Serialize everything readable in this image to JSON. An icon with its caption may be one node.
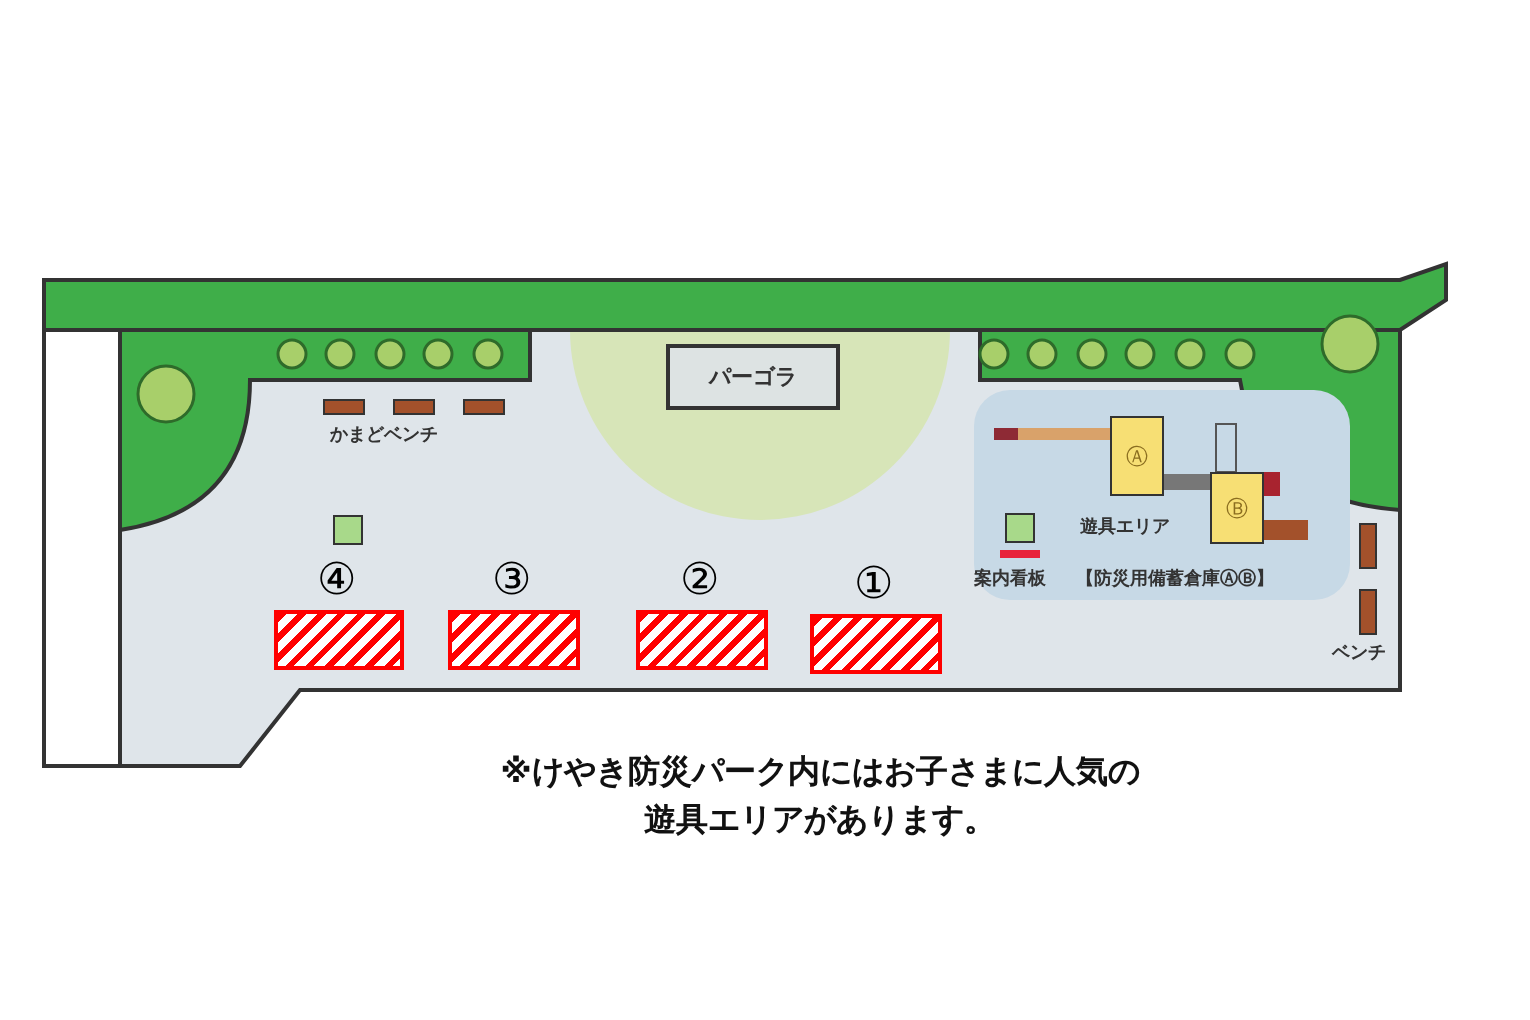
{
  "diagram": {
    "caption": "※けやき防災パーク内にはお子さまに人気の遊具エリアがあります。",
    "nodes": [
      {
        "text": [
          "パーゴラ"
        ]
      },
      {
        "text": [
          "Ⓐ"
        ]
      },
      {
        "text": [
          "Ⓑ"
        ]
      },
      {
        "text": [
          "④"
        ]
      },
      {
        "text": [
          "③"
        ]
      },
      {
        "text": [
          "②"
        ]
      },
      {
        "text": [
          "①"
        ]
      }
    ],
    "labels": [
      "かまどベンチ",
      "遊具エリア",
      "案内看板",
      "【防災用備蓄倉庫ⒶⒷ】",
      "ベンチ"
    ]
  }
}
